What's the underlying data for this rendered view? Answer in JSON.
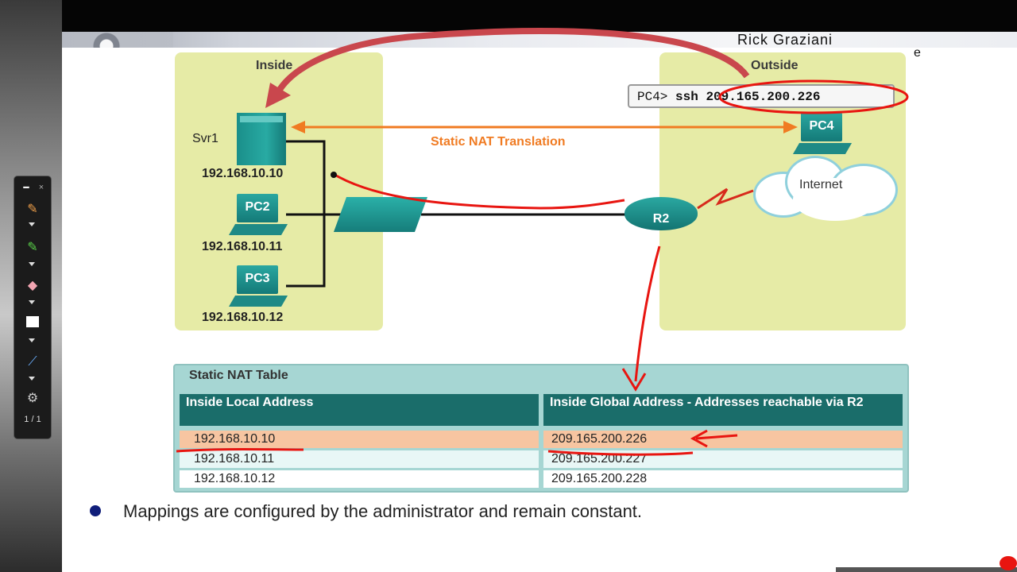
{
  "banner": {
    "presenter": "Rick Graziani",
    "trailing_glyph": "e"
  },
  "toolbar": {
    "tools": [
      {
        "icon": "minimize-icon"
      },
      {
        "icon": "close-icon"
      },
      {
        "icon": "pencil-icon"
      },
      {
        "icon": "highlighter-icon"
      },
      {
        "icon": "eraser-icon"
      },
      {
        "icon": "color-swatch-icon"
      },
      {
        "icon": "pointer-icon"
      },
      {
        "icon": "gear-icon"
      }
    ],
    "page_indicator": "1 / 1"
  },
  "diagram": {
    "inside_label": "Inside",
    "outside_label": "Outside",
    "server": {
      "name": "Svr1",
      "ip": "192.168.10.10"
    },
    "pc2": {
      "name": "PC2",
      "ip": "192.168.10.11"
    },
    "pc3": {
      "name": "PC3",
      "ip": "192.168.10.12"
    },
    "pc4": {
      "name": "PC4"
    },
    "router": {
      "name": "R2"
    },
    "cloud_label": "Internet",
    "nat_label": "Static NAT Translation",
    "command": {
      "prompt": "PC4>",
      "verb": "ssh",
      "target": "209.165.200.226"
    }
  },
  "nat_table": {
    "title": "Static NAT Table",
    "headers": [
      "Inside Local Address",
      "Inside Global Address - Addresses reachable via R2"
    ],
    "rows": [
      [
        "192.168.10.10",
        "209.165.200.226"
      ],
      [
        "192.168.10.11",
        "209.165.200.227"
      ],
      [
        "192.168.10.12",
        "209.165.200.228"
      ]
    ]
  },
  "bullet": "Mappings are configured by the administrator and remain constant.",
  "colors": {
    "zone": "#e6eba6",
    "teal": "#1a6d6a",
    "annotation": "#e81510",
    "nat_arrow": "#f07b22"
  }
}
